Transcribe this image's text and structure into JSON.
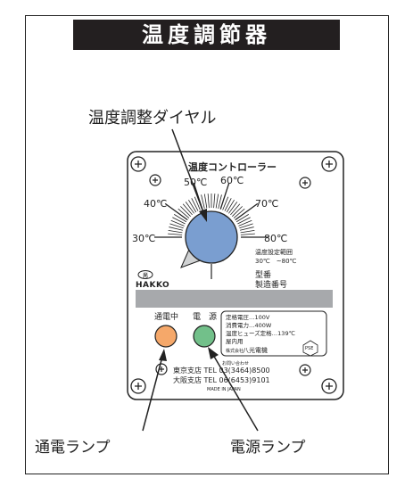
{
  "title": "温度調節器",
  "callouts": {
    "dial": "温度調整ダイヤル",
    "power_lamp": "通電ランプ",
    "source_lamp": "電源ランプ"
  },
  "panel": {
    "header": "温度コントローラー",
    "dial_labels": [
      "30℃",
      "40℃",
      "50℃",
      "60℃",
      "70℃",
      "80℃"
    ],
    "range_title": "温度設定範囲",
    "range_value": "30℃　~80℃",
    "model_label": "型番",
    "serial_label": "製造番号",
    "brand": "HAKKO",
    "lamp_power_label": "通電中",
    "lamp_source_label": "電　源",
    "specs": [
      "定格電圧…100V",
      "消費電力…400W",
      "温度ヒューズ定格…139℃",
      "屋内用"
    ],
    "maker_prefix": "株式会社",
    "maker": "八光電機",
    "pse": "PSE",
    "contact_header": "お問い合わせ",
    "tokyo": "東京支店 TEL 03(3464)8500",
    "osaka": "大阪支店 TEL 06(6453)9101",
    "made_in": "MADE IN JAPAN"
  },
  "colors": {
    "dial": "#7a9ed0",
    "lamp_power": "#f5a86a",
    "lamp_source": "#72c08a",
    "blank_band": "#a7a9ac",
    "banner": "#231f20"
  }
}
